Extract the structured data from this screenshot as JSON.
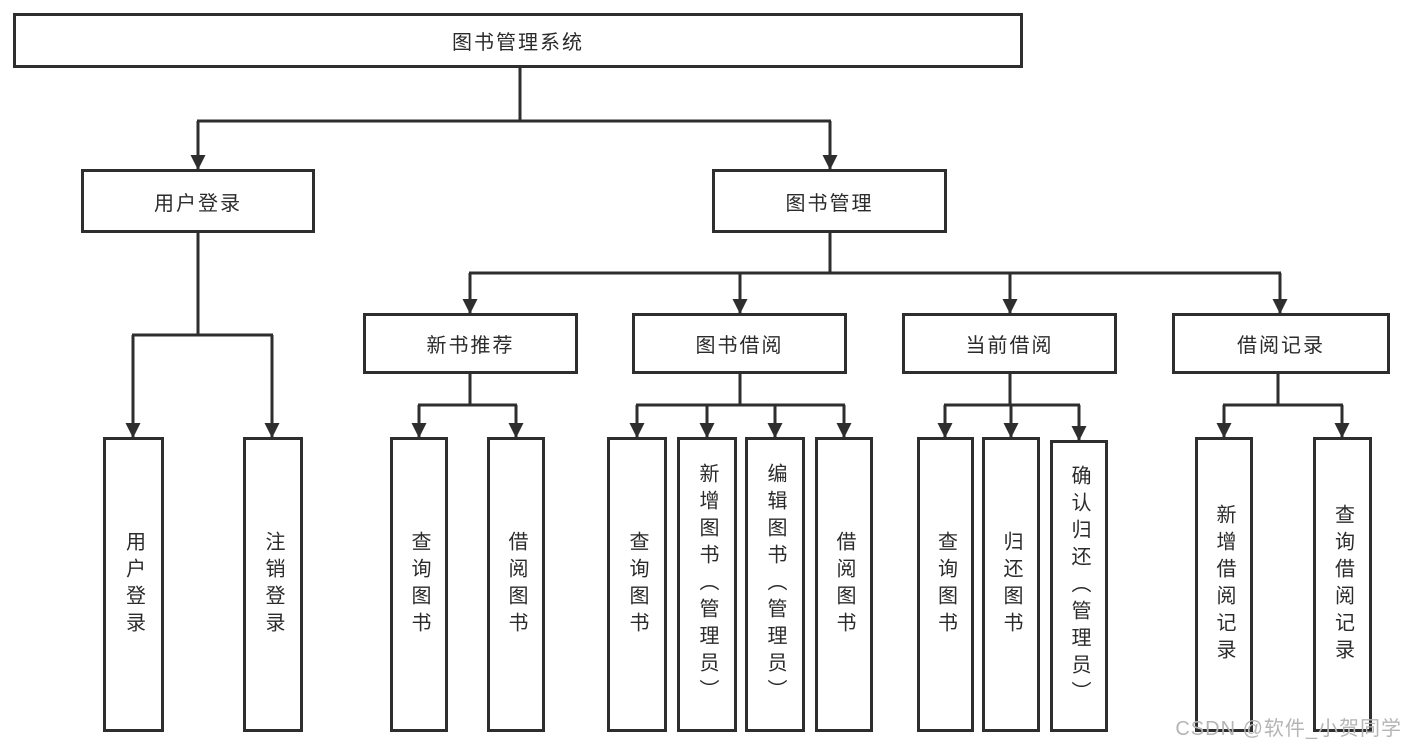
{
  "diagram": {
    "type": "hierarchy-tree",
    "title": "图书管理系统"
  },
  "colors": {
    "line": "#2e2e2e",
    "box_border": "#2e2e2e",
    "text": "#2b2b2b",
    "background": "#ffffff",
    "watermark": "#b5b5b5"
  },
  "tree": {
    "root": {
      "label": "图书管理系统"
    },
    "branches": [
      {
        "label": "用户登录",
        "children": [
          {
            "label": "用户登录"
          },
          {
            "label": "注销登录"
          }
        ]
      },
      {
        "label": "图书管理",
        "children": [
          {
            "label": "新书推荐",
            "children": [
              {
                "label": "查询图书"
              },
              {
                "label": "借阅图书"
              }
            ]
          },
          {
            "label": "图书借阅",
            "children": [
              {
                "label": "查询图书"
              },
              {
                "label": "新增图书（管理员）"
              },
              {
                "label": "编辑图书（管理员）"
              },
              {
                "label": "借阅图书"
              }
            ]
          },
          {
            "label": "当前借阅",
            "children": [
              {
                "label": "查询图书"
              },
              {
                "label": "归还图书"
              },
              {
                "label": "确认归还（管理员）"
              }
            ]
          },
          {
            "label": "借阅记录",
            "children": [
              {
                "label": "新增借阅记录"
              },
              {
                "label": "查询借阅记录"
              }
            ]
          }
        ]
      }
    ]
  },
  "watermark": {
    "text": "CSDN @软件_小贺同学"
  }
}
